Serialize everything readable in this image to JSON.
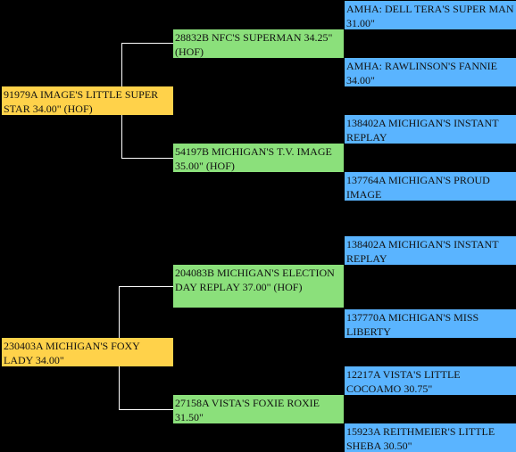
{
  "pedigree_top": {
    "subject": "91979A IMAGE'S LITTLE SUPER STAR 34.00\" (HOF)",
    "sire": "28832B NFC'S SUPERMAN 34.25\" (HOF)",
    "dam": "54197B MICHIGAN'S T.V. IMAGE 35.00\" (HOF)",
    "sire_sire": "AMHA: DELL TERA'S SUPER MAN 31.00\"",
    "sire_dam": "AMHA: RAWLINSON'S FANNIE 34.00\"",
    "dam_sire": "138402A MICHIGAN'S INSTANT REPLAY",
    "dam_dam": "137764A MICHIGAN'S PROUD IMAGE"
  },
  "pedigree_bottom": {
    "subject": "230403A MICHIGAN'S FOXY LADY 34.00\"",
    "sire": "204083B MICHIGAN'S ELECTION DAY REPLAY 37.00\" (HOF)",
    "dam": "27158A VISTA'S FOXIE ROXIE 31.50\"",
    "sire_sire": "138402A MICHIGAN'S INSTANT REPLAY",
    "sire_dam": "137770A MICHIGAN'S MISS LIBERTY",
    "dam_sire": "12217A VISTA'S LITTLE COCOAMO 30.75\"",
    "dam_dam": "15923A REITHMEIER'S LITTLE SHEBA 30.50\""
  },
  "colors": {
    "background": "#000000",
    "generation_1": "#ffd24a",
    "generation_2": "#8be07b",
    "generation_3": "#5ab4ff",
    "connector": "#ffffff"
  }
}
